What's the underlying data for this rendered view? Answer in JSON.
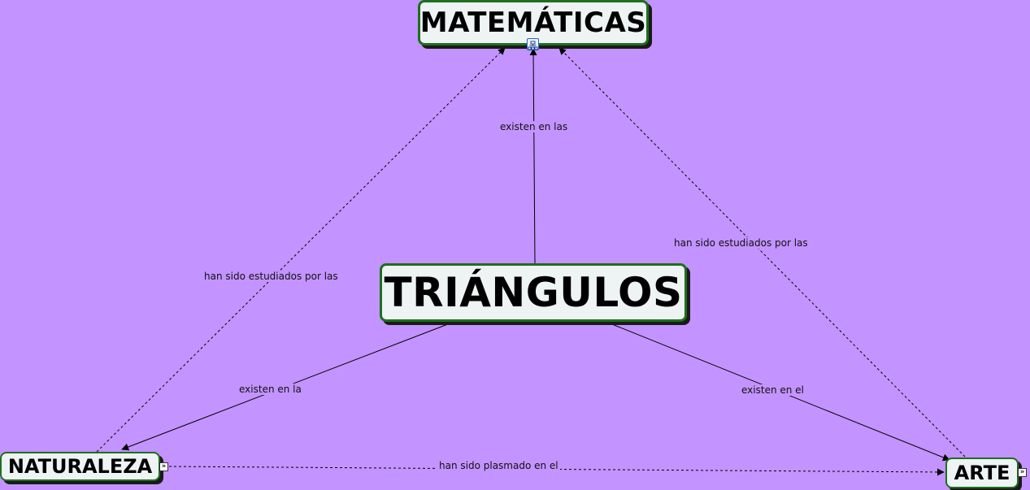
{
  "concepts": {
    "matematicas": "MATEMÁTICAS",
    "triangulos": "TRIÁNGULOS",
    "naturaleza": "NATURALEZA",
    "arte": "ARTE"
  },
  "links": {
    "triangulos_matematicas": "existen en las",
    "naturaleza_matematicas": "han sido estudiados por las",
    "arte_matematicas": "han sido estudiados por las",
    "triangulos_naturaleza": "existen en la",
    "triangulos_arte": "existen en el",
    "naturaleza_arte": "han sido plasmado en el"
  },
  "icons": {
    "expand": "expand-icon",
    "resource": "concept-map-resource-icon"
  },
  "colors": {
    "background": "#c393ff",
    "node_fill": "#eef3f3",
    "node_border": "#1e6f1e",
    "line": "#000000"
  }
}
